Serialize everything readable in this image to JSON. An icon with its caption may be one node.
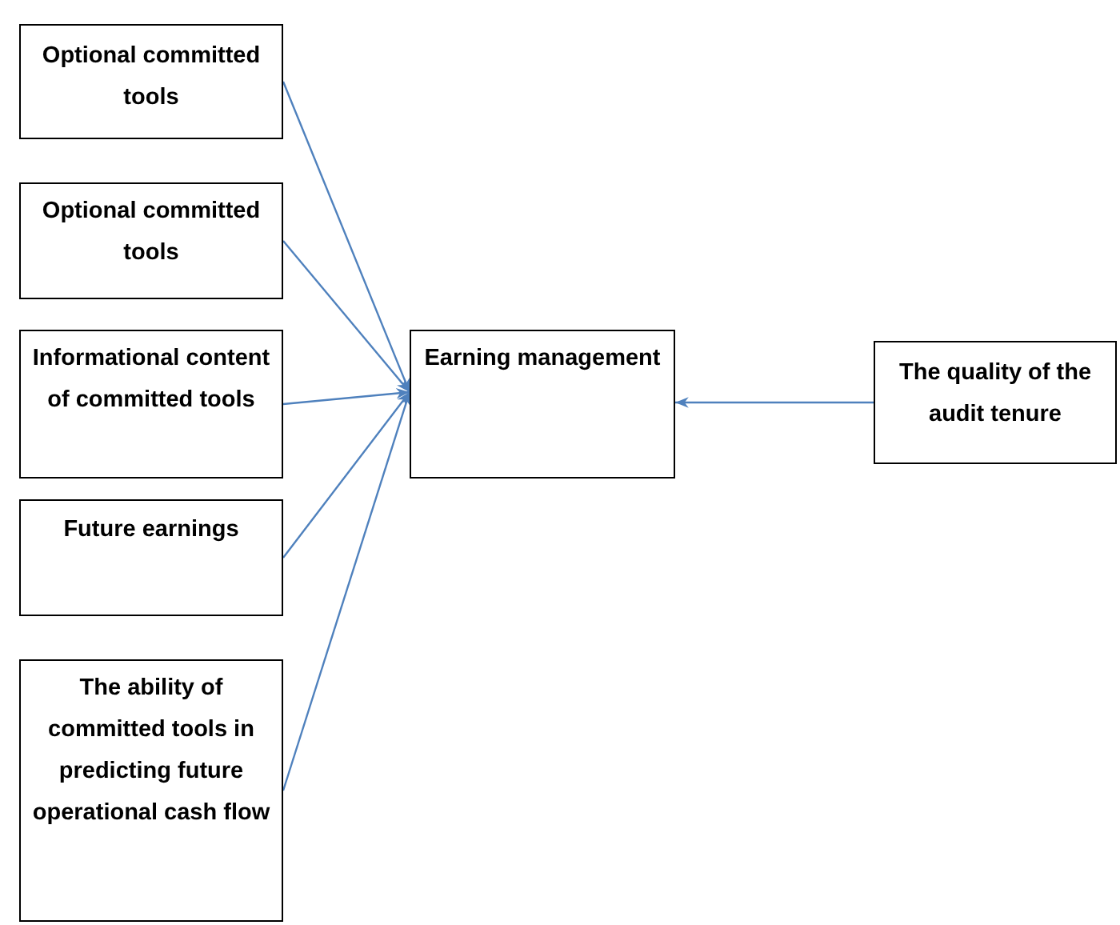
{
  "diagram": {
    "nodes": [
      {
        "text": [
          "Optional committed tools"
        ]
      },
      {
        "text": [
          "Optional committed tools"
        ]
      },
      {
        "text": [
          "Informational content of committed tools"
        ]
      },
      {
        "text": [
          "Future earnings"
        ]
      },
      {
        "text": [
          "The ability of committed tools in predicting future operational cash flow"
        ]
      },
      {
        "text": [
          "Earning management"
        ]
      },
      {
        "text": [
          "The quality of the audit tenure"
        ]
      }
    ],
    "edges": [
      {
        "from": 0,
        "to": 5,
        "arrow": "to"
      },
      {
        "from": 1,
        "to": 5,
        "arrow": "to"
      },
      {
        "from": 2,
        "to": 5,
        "arrow": "to"
      },
      {
        "from": 3,
        "to": 5,
        "arrow": "to"
      },
      {
        "from": 4,
        "to": 5,
        "arrow": "to"
      },
      {
        "from": 6,
        "to": 5,
        "arrow": "to"
      }
    ]
  }
}
